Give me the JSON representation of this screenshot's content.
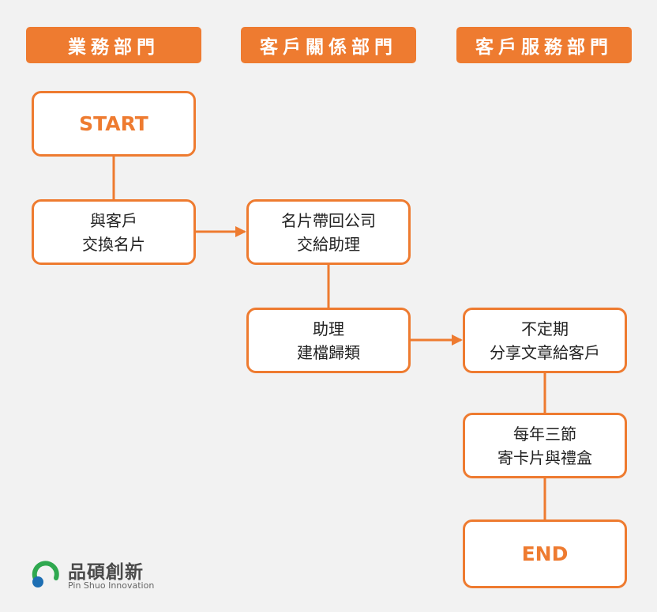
{
  "colors": {
    "accent": "#ee7b30",
    "background": "#f2f2f2",
    "box_fill": "#ffffff",
    "text": "#222222"
  },
  "headers": [
    "業務部門",
    "客戶關係部門",
    "客戶服務部門"
  ],
  "nodes": {
    "start": {
      "lines": [
        "START"
      ]
    },
    "exchange_cards": {
      "lines": [
        "與客戶",
        "交換名片"
      ]
    },
    "bring_cards_back": {
      "lines": [
        "名片帶回公司",
        "交給助理"
      ]
    },
    "assistant_filing": {
      "lines": [
        "助理",
        "建檔歸類"
      ]
    },
    "share_articles": {
      "lines": [
        "不定期",
        "分享文章給客戶"
      ]
    },
    "festival_gifts": {
      "lines": [
        "每年三節",
        "寄卡片與禮盒"
      ]
    },
    "end": {
      "lines": [
        "END"
      ]
    }
  },
  "logo": {
    "name": "品碩創新",
    "subtitle": "Pin Shuo Innovation"
  }
}
